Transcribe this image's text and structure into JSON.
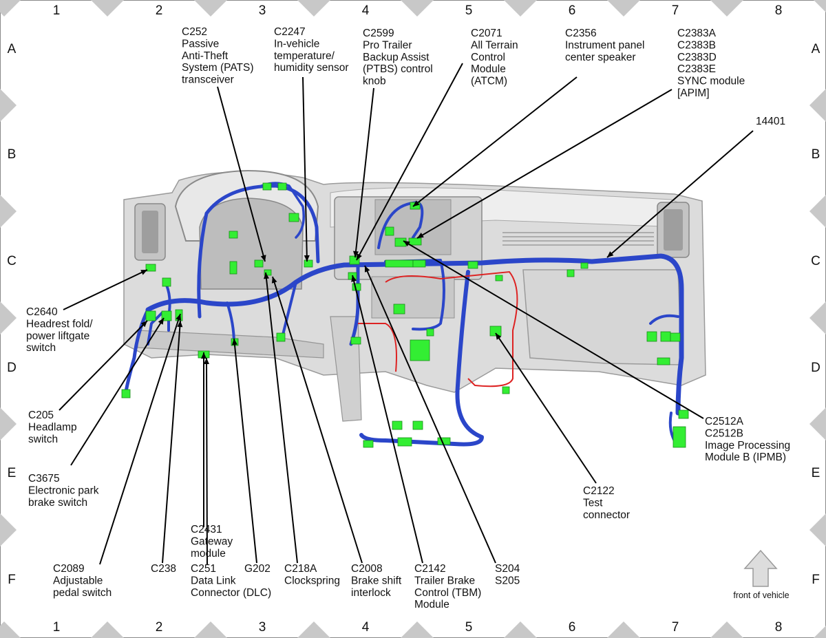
{
  "grid": {
    "columns": [
      "1",
      "2",
      "3",
      "4",
      "5",
      "6",
      "7",
      "8"
    ],
    "rows": [
      "A",
      "B",
      "C",
      "D",
      "E",
      "F"
    ]
  },
  "orientation": {
    "label": "front of vehicle",
    "arrow_icon": "up-arrow-icon"
  },
  "colors": {
    "harness": "#2b46c9",
    "connector": "#33ee33",
    "red_wire": "#dd2222",
    "panel": "#cfcfcf",
    "grid_marker": "#c8c8c8",
    "leader": "#000000"
  },
  "callouts": [
    {
      "id": "c252",
      "lines": [
        "C252",
        "Passive",
        "Anti-Theft",
        "System (PATS)",
        "transceiver"
      ]
    },
    {
      "id": "c2247",
      "lines": [
        "C2247",
        "In-vehicle",
        "temperature/",
        "humidity sensor"
      ]
    },
    {
      "id": "c2599",
      "lines": [
        "C2599",
        "Pro Trailer",
        "Backup Assist",
        "(PTBS) control",
        "knob"
      ]
    },
    {
      "id": "c2071",
      "lines": [
        "C2071",
        "All Terrain",
        "Control",
        "Module",
        "(ATCM)"
      ]
    },
    {
      "id": "c2356",
      "lines": [
        "C2356",
        "Instrument panel",
        "center speaker"
      ]
    },
    {
      "id": "c2383",
      "lines": [
        "C2383A",
        "C2383B",
        "C2383D",
        "C2383E",
        "SYNC module",
        "[APIM]"
      ]
    },
    {
      "id": "n14401",
      "lines": [
        "14401"
      ]
    },
    {
      "id": "c2640",
      "lines": [
        "C2640",
        "Headrest fold/",
        "power liftgate",
        "switch"
      ]
    },
    {
      "id": "c205",
      "lines": [
        "C205",
        "Headlamp",
        "switch"
      ]
    },
    {
      "id": "c3675",
      "lines": [
        "C3675",
        "Electronic park",
        "brake switch"
      ]
    },
    {
      "id": "c2512",
      "lines": [
        "C2512A",
        "C2512B",
        "Image Processing",
        "Module B (IPMB)"
      ]
    },
    {
      "id": "c2122",
      "lines": [
        "C2122",
        "Test",
        "connector"
      ]
    },
    {
      "id": "c2431",
      "lines": [
        "C2431",
        "Gateway",
        "module"
      ]
    },
    {
      "id": "c2089",
      "lines": [
        "C2089",
        "Adjustable",
        "pedal switch"
      ]
    },
    {
      "id": "c238",
      "lines": [
        "C238"
      ]
    },
    {
      "id": "c251",
      "lines": [
        "C251",
        "Data Link",
        "Connector (DLC)"
      ]
    },
    {
      "id": "g202",
      "lines": [
        "G202"
      ]
    },
    {
      "id": "c218a",
      "lines": [
        "C218A",
        "Clockspring"
      ]
    },
    {
      "id": "c2008",
      "lines": [
        "C2008",
        "Brake shift",
        "interlock"
      ]
    },
    {
      "id": "c2142",
      "lines": [
        "C2142",
        "Trailer Brake",
        "Control (TBM)",
        "Module"
      ]
    },
    {
      "id": "s204",
      "lines": [
        "S204",
        "S205"
      ]
    }
  ]
}
